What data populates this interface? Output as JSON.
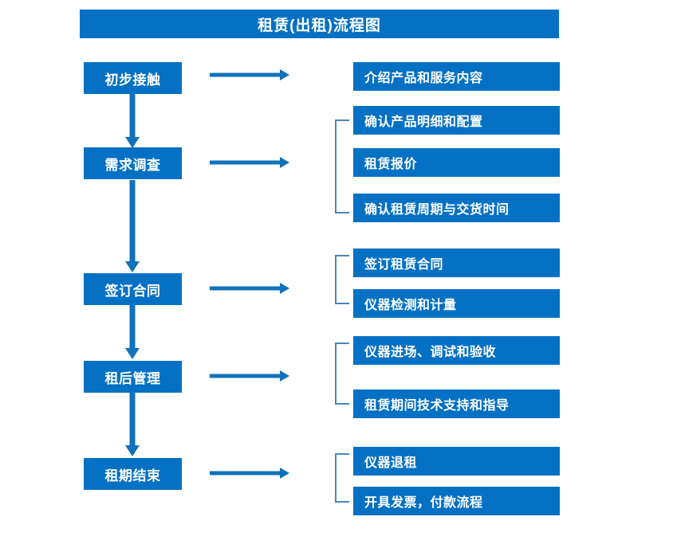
{
  "diagram": {
    "title": "租赁(出租)流程图",
    "colors": {
      "box_blue": "#0571c4",
      "arrow_blue": "#0f72bb",
      "bracket_blue": "#4a86b8",
      "text_white": "#ffffff",
      "background": "#ffffff"
    },
    "stages": [
      {
        "id": "stage-1",
        "label": "初步接触",
        "details": [
          "介绍产品和服务内容"
        ],
        "bracketed": false
      },
      {
        "id": "stage-2",
        "label": "需求调查",
        "details": [
          "确认产品明细和配置",
          "租赁报价",
          "确认租赁周期与交货时间"
        ],
        "bracketed": true
      },
      {
        "id": "stage-3",
        "label": "签订合同",
        "details": [
          "签订租赁合同",
          "仪器检测和计量"
        ],
        "bracketed": true
      },
      {
        "id": "stage-4",
        "label": "租后管理",
        "details": [
          "仪器进场、调试和验收",
          "租赁期间技术支持和指导"
        ],
        "bracketed": true
      },
      {
        "id": "stage-5",
        "label": "租期结束",
        "details": [
          "仪器退租",
          "开具发票，付款流程"
        ],
        "bracketed": true
      }
    ],
    "detail_boxes_flat": [
      "介绍产品和服务内容",
      "确认产品明细和配置",
      "租赁报价",
      "确认租赁周期与交货时间",
      "签订租赁合同",
      "仪器检测和计量",
      "仪器进场、调试和验收",
      "租赁期间技术支持和指导",
      "仪器退租",
      "开具发票，付款流程"
    ]
  }
}
